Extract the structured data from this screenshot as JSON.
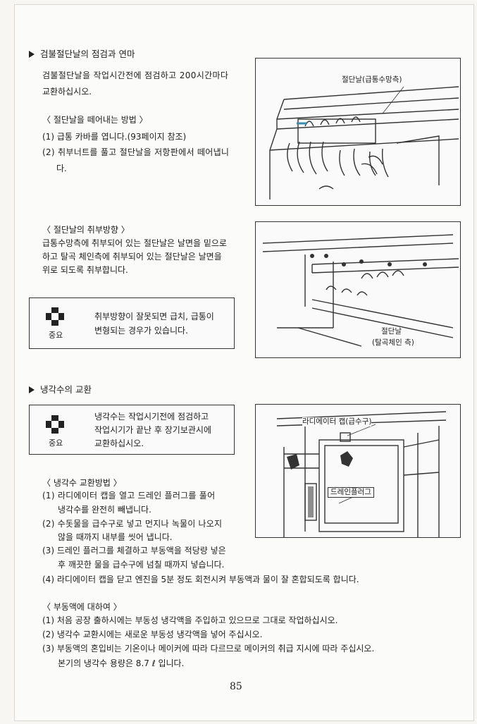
{
  "section1": {
    "heading": "검불절단날의 점검과 연마",
    "intro": [
      "검불절단날을 작업시간전에 점검하고 200시간마다",
      "교환하십시오."
    ],
    "removal_title": "〈 절단날을 떼어내는 방법 〉",
    "removal_steps": [
      "(1) 급통 카바를 엽니다.(93페이지 참조)",
      "(2) 취부너트를 풀고 절단날을 저항판에서 떼어냅니",
      "다."
    ],
    "mount_title": "〈 절단날의 취부방향 〉",
    "mount_text": [
      "급통수망측에 취부되어 있는 절단날은 날면을 밑으로",
      "하고 탈곡 체인측에 취부되어 있는 절단날은 날면을",
      "위로 되도록 취부합니다."
    ],
    "note": {
      "label": "중요",
      "text": [
        "취부방향이 잘못되면 급치, 급통이",
        "변형되는 경우가 있습니다."
      ]
    },
    "fig1_label": "절단날(급통수망측)",
    "fig2_label": [
      "절단날",
      "(탈곡체인 측)"
    ]
  },
  "section2": {
    "heading": "냉각수의 교환",
    "note": {
      "label": "중요",
      "text": [
        "냉각수는 작업시기전에 점검하고",
        "작업시기가 끝난 후 장기보관시에",
        "교환하십시오."
      ]
    },
    "exchange_title": "〈 냉각수 교환방법 〉",
    "exchange_steps": [
      "(1) 라디에이터 캡을 열고 드레인 플러그를 풀어",
      "냉각수를 완전히 빼냅니다.",
      "(2) 수돗물을 급수구로 넣고 먼지나 녹물이 나오지",
      "않을 때까지 내부를 씻어 냅니다.",
      "(3) 드레인 플러그를 체결하고 부동액을 적당량 넣은",
      "후 깨끗한 물을 급수구에 넘칠 때까지 넣습니다.",
      "(4) 라디에이터 캡을 닫고 엔진을 5분 정도 회전시켜 부동액과 물이 잘 혼합되도록 합니다."
    ],
    "antifreeze_title": "〈 부동액에 대하여 〉",
    "antifreeze_steps": [
      "(1) 처음 공장 출하시에는 부동성 냉각액을 주입하고 있으므로 그대로 작업하십시오.",
      "(2) 냉각수 교환시에는 새로운 부동성 냉각액을 넣어 주십시오.",
      "(3) 부동액의 혼입비는 기온이나 메이커에 따라 다르므로 메이커의 취급 지시에 따라 주십시오.",
      "본기의 냉각수 용량은 8.7 ℓ 입니다."
    ],
    "fig3_label_cap": "라디에이터 캡(급수구)",
    "fig3_label_drain": "드레인플러그"
  },
  "page_number": "85"
}
